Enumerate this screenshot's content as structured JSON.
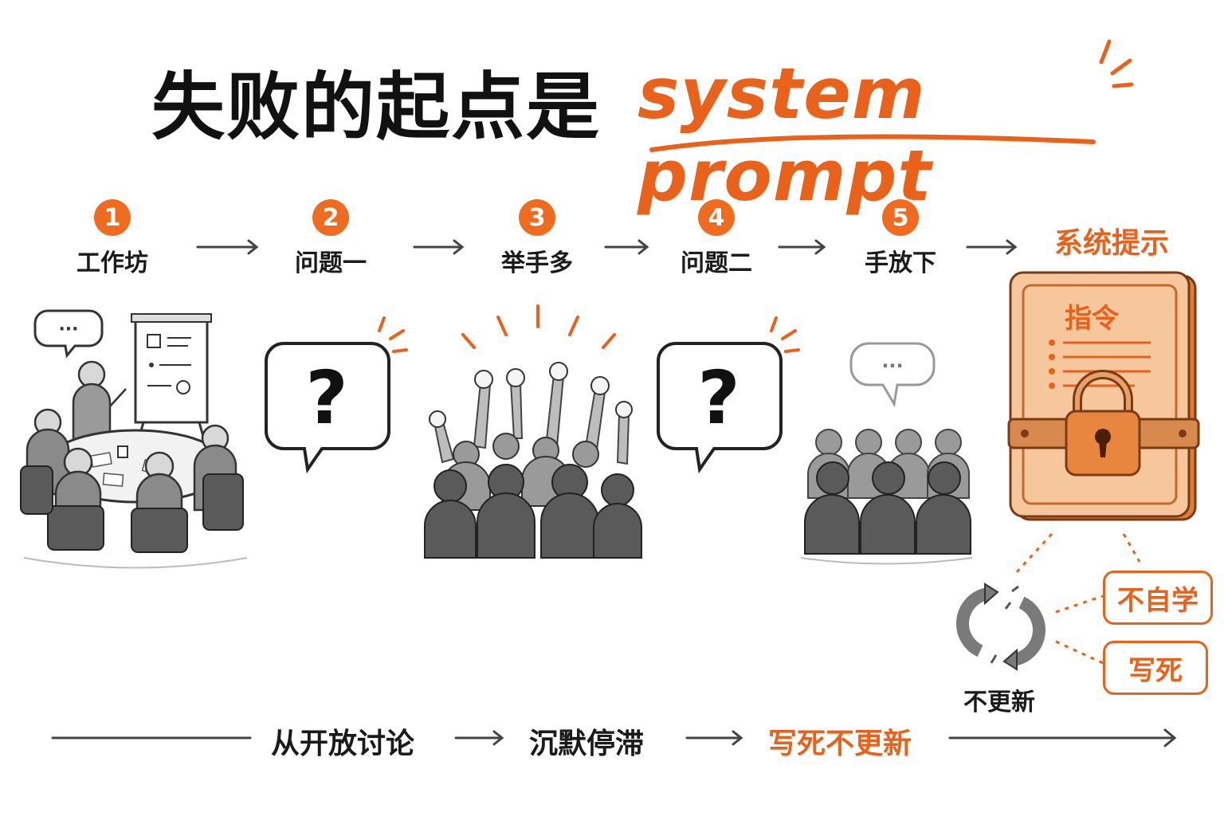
{
  "title": {
    "main": "失败的起点是",
    "highlight": "system prompt"
  },
  "steps": [
    {
      "number": "1",
      "label": "工作坊"
    },
    {
      "number": "2",
      "label": "问题一"
    },
    {
      "number": "3",
      "label": "举手多"
    },
    {
      "number": "4",
      "label": "问题二"
    },
    {
      "number": "5",
      "label": "手放下"
    }
  ],
  "system_prompt": {
    "label": "系统提示",
    "board_title": "指令",
    "cycle_label": "不更新",
    "tags": [
      "不自学",
      "写死"
    ]
  },
  "bubbles": {
    "question": "?",
    "dots": "···"
  },
  "bottom_flow": [
    "从开放讨论",
    "沉默停滞",
    "写死不更新"
  ],
  "colors": {
    "accent": "#e8621c",
    "ink": "#1a1a1a",
    "gray": "#8c8c8c",
    "board": "#f6c79c"
  }
}
